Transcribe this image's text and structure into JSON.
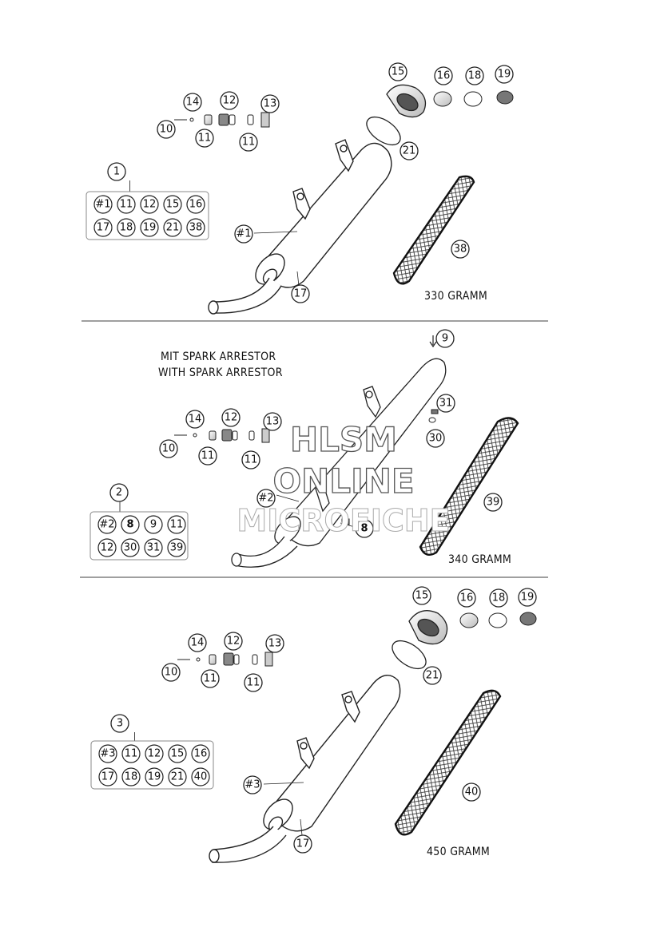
{
  "sections": [
    {
      "callouts": {
        "c14": "14",
        "c12": "12",
        "c13": "13",
        "c10": "10",
        "c11a": "11",
        "c11b": "11",
        "c15": "15",
        "c16": "16",
        "c18": "18",
        "c19": "19",
        "c21": "21",
        "c17": "17",
        "c38": "38",
        "cpipe": "#1",
        "ckit": "1"
      },
      "kit_grid": [
        [
          "#1",
          "11",
          "12",
          "15",
          "16"
        ],
        [
          "17",
          "18",
          "19",
          "21",
          "38"
        ]
      ],
      "weight": "330 GRAMM"
    },
    {
      "heading_de": "MIT SPARK ARRESTOR",
      "heading_en": "WITH SPARK ARRESTOR",
      "callouts": {
        "c9": "9",
        "c31": "31",
        "c30": "30",
        "c14": "14",
        "c12": "12",
        "c13": "13",
        "c10": "10",
        "c11a": "11",
        "c11b": "11",
        "cpipe": "#2",
        "c8": "8",
        "c39": "39",
        "ckit": "2"
      },
      "kit_grid": [
        [
          "#2",
          "8",
          "9",
          "11"
        ],
        [
          "12",
          "30",
          "31",
          "39"
        ]
      ],
      "weight": "340 GRAMM"
    },
    {
      "callouts": {
        "c15": "15",
        "c16": "16",
        "c18": "18",
        "c19": "19",
        "c14": "14",
        "c12": "12",
        "c13": "13",
        "c10": "10",
        "c11a": "11",
        "c11b": "11",
        "c21": "21",
        "c3pipe": "#3",
        "c17": "17",
        "c40": "40",
        "ckit": "3"
      },
      "kit_grid": [
        [
          "#3",
          "11",
          "12",
          "15",
          "16"
        ],
        [
          "17",
          "18",
          "19",
          "21",
          "40"
        ]
      ],
      "weight": "450 GRAMM"
    }
  ],
  "watermark": {
    "line1": "HLSM",
    "line2": "ONLINE",
    "line3": "MICROFICHE"
  }
}
